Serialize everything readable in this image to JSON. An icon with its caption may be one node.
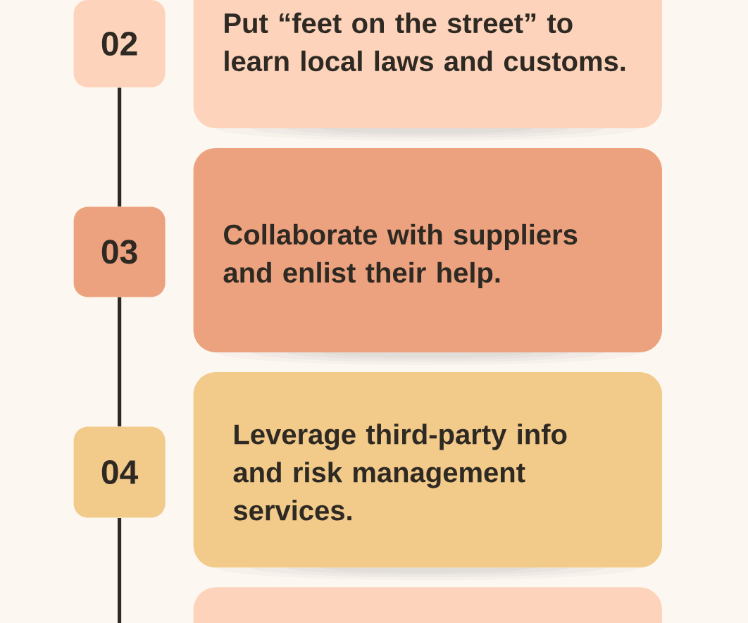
{
  "diagram": {
    "nodes": [
      {
        "text": [
          "02"
        ]
      },
      {
        "text": [
          "Put “feet on the street” to learn local laws and customs."
        ]
      },
      {
        "text": [
          "03"
        ]
      },
      {
        "text": [
          "Collaborate with suppliers and enlist their help."
        ]
      },
      {
        "text": [
          "04"
        ]
      },
      {
        "text": [
          "Leverage third-party info and risk management services."
        ]
      },
      {
        "text": [],
        "shape": "box"
      }
    ],
    "edges": [
      {
        "from": 0,
        "to": 2,
        "arrow": "none"
      },
      {
        "from": 2,
        "to": 4,
        "arrow": "none"
      },
      {
        "from": 4,
        "to": null,
        "arrow": "none"
      }
    ]
  }
}
